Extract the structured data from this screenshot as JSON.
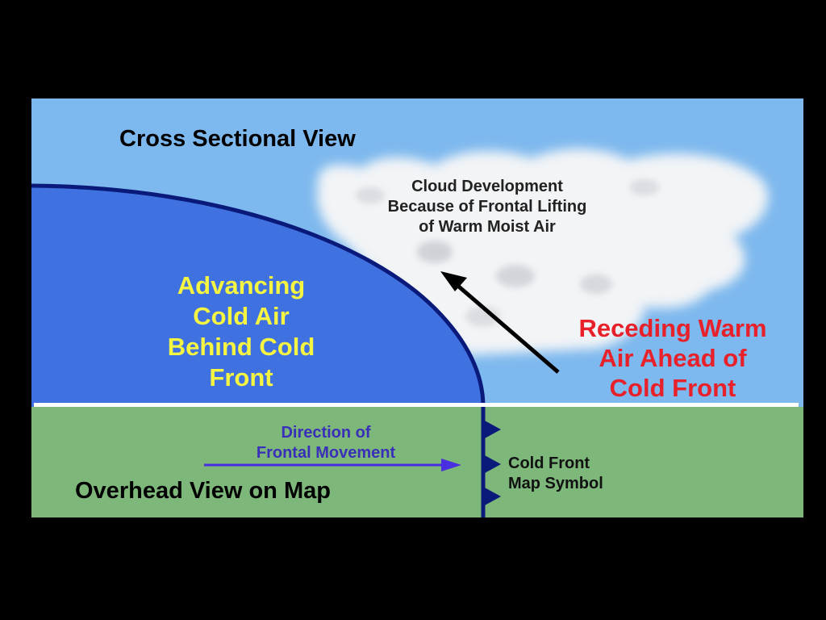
{
  "diagram": {
    "cross_section_title": "Cross Sectional View",
    "cloud_label": "Cloud Development\nBecause of Frontal Lifting\nof  Warm Moist Air",
    "cold_air_label": "Advancing\nCold Air\nBehind Cold\nFront",
    "warm_air_label": "Receding Warm\nAir Ahead of\nCold Front",
    "direction_label": "Direction of\nFrontal Movement",
    "map_symbol_label": "Cold Front\nMap Symbol",
    "overhead_title": "Overhead View on Map"
  },
  "colors": {
    "page_background": "#000000",
    "sky": "#7db8ee",
    "cold_air_mass": "#3f72e0",
    "front_line": "#0a1a7a",
    "ground_map": "#7db77a",
    "divider": "#ffffff",
    "cloud": "#f2f4f6",
    "movement_arrow": "#4a2fe0",
    "lift_arrow": "#000000",
    "cold_air_text": "#f5f542",
    "warm_air_text": "#e8202a"
  },
  "icons": {
    "lift_arrow": "arrow-up-left-icon",
    "movement_arrow": "arrow-right-icon",
    "front_symbol": "cold-front-triangle-icon"
  }
}
